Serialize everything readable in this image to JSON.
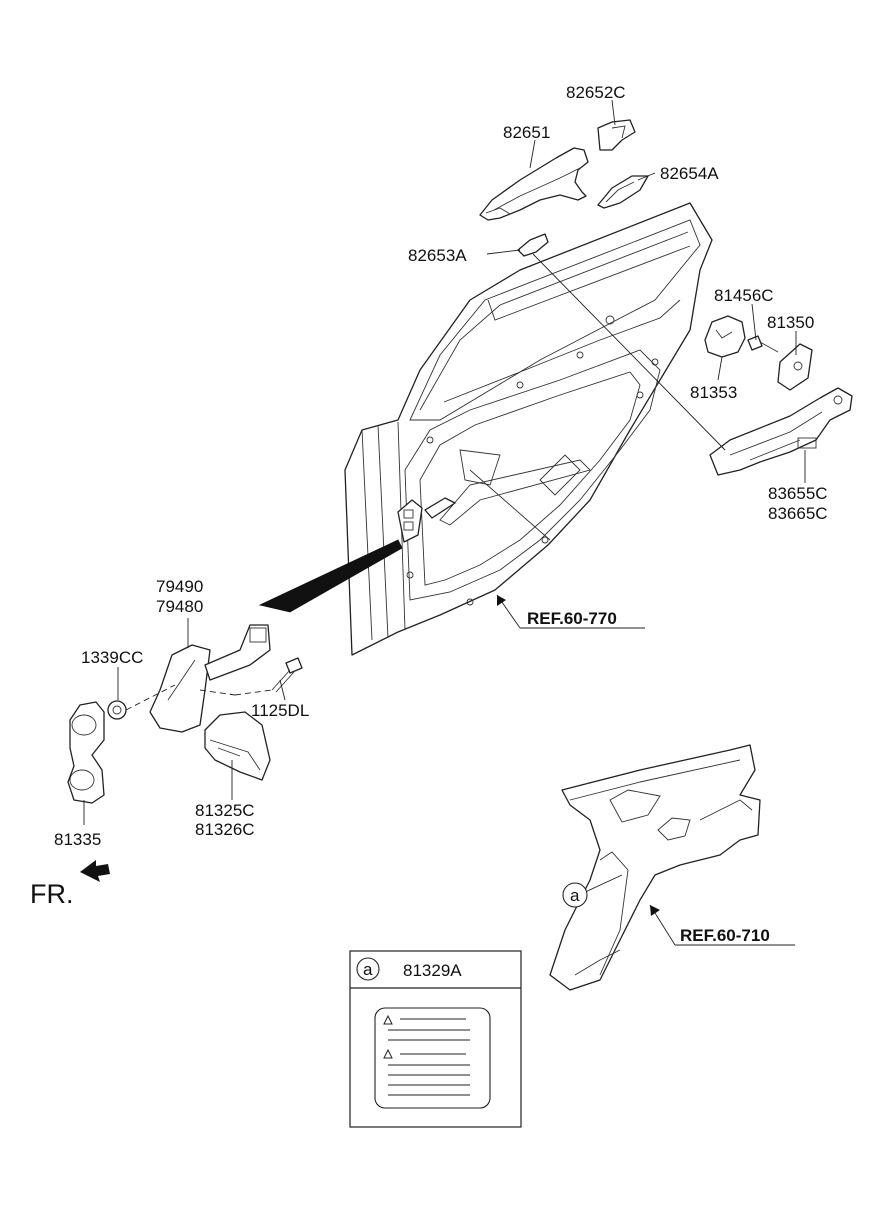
{
  "labels": {
    "p82652C": "82652C",
    "p82651": "82651",
    "p82654A": "82654A",
    "p82653A": "82653A",
    "p81456C": "81456C",
    "p81350": "81350",
    "p81353": "81353",
    "p83655C": "83655C",
    "p83665C": "83665C",
    "p79490": "79490",
    "p79480": "79480",
    "p1339CC": "1339CC",
    "p1125DL": "1125DL",
    "p81325C": "81325C",
    "p81326C": "81326C",
    "p81335": "81335"
  },
  "refs": {
    "door_ref": "REF.60-770",
    "quarter_ref": "REF.60-710"
  },
  "orientation": {
    "front_label": "FR."
  },
  "callout": {
    "marker": "a",
    "label_part": "81329A"
  }
}
